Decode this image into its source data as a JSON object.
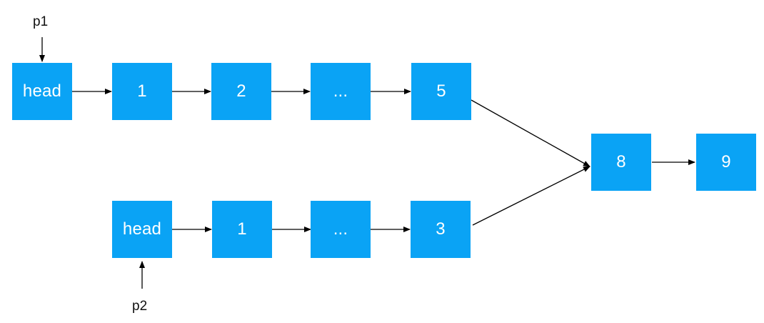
{
  "diagram": {
    "pointers": {
      "p1": "p1",
      "p2": "p2"
    },
    "top_list": [
      "head",
      "1",
      "2",
      "...",
      "5"
    ],
    "bottom_list": [
      "head",
      "1",
      "...",
      "3"
    ],
    "shared_tail": [
      "8",
      "9"
    ]
  },
  "colors": {
    "node_fill": "#0AA3F5",
    "node_text": "#ffffff",
    "edge": "#000000"
  }
}
